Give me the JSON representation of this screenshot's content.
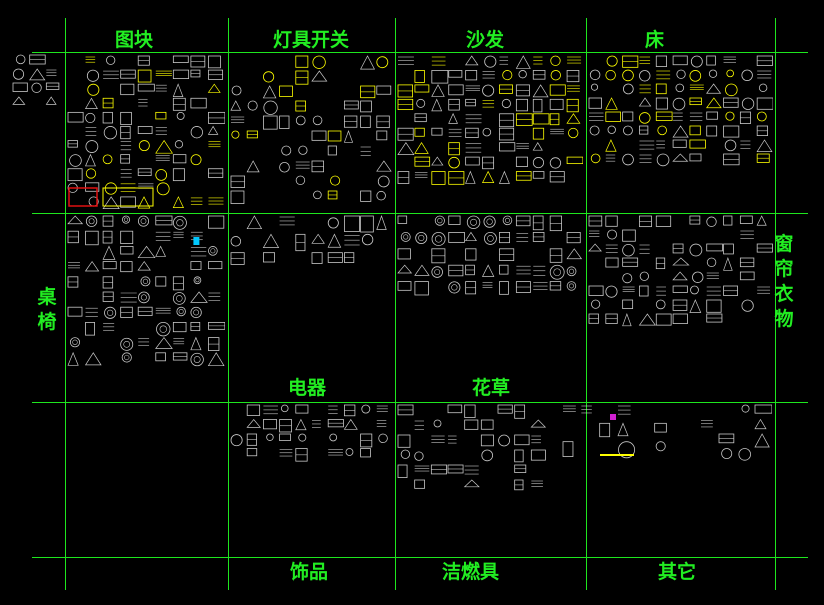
{
  "colors": {
    "background": "#000000",
    "grid": "#1ee61e",
    "label": "#22ee22",
    "lineart": "#c8c8c8",
    "highlight": "#ffff00",
    "accent_red": "#e01010",
    "accent_cyan": "#00c8ff",
    "accent_magenta": "#d020d0"
  },
  "categories": {
    "blocks": "图块",
    "lamps_switches": "灯具开关",
    "sofa": "沙发",
    "bed": "床",
    "tables_chairs": "桌椅",
    "curtains_clothes": "窗帘衣物",
    "appliances": "电器",
    "plants": "花草",
    "ornaments": "饰品",
    "sanitary_stoves": "洁燃具",
    "others": "其它"
  }
}
